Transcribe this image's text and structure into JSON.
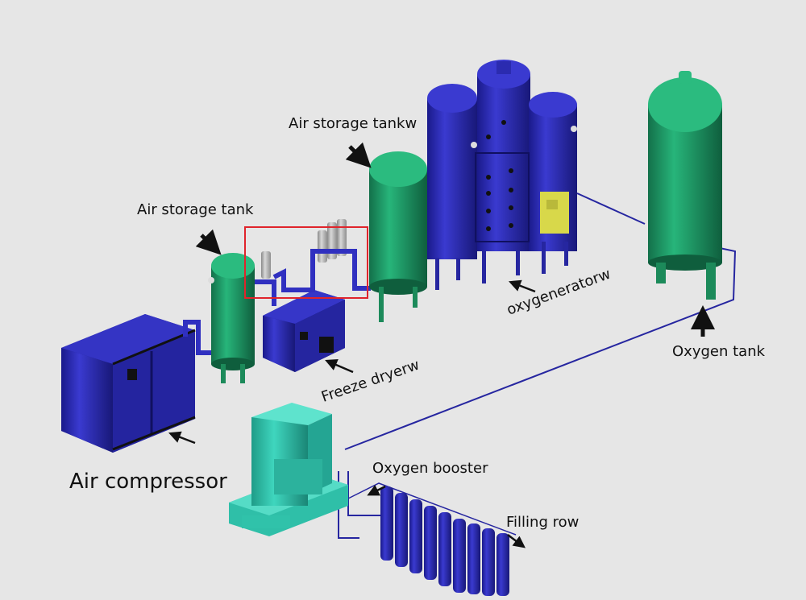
{
  "labels": {
    "air_storage_tank": "Air storage tank",
    "air_storage_tankw": "Air storage tankw",
    "oxygeneratorw": "oxygeneratorw",
    "oxygen_tank": "Oxygen tank",
    "freeze_dryerw": "Freeze dryerw",
    "air_compressor": "Air compressor",
    "oxygen_booster": "Oxygen booster",
    "filling_row": "Filling row"
  },
  "colors": {
    "background": "#e6e6e6",
    "equipment_blue": "#2b2bb0",
    "tank_green": "#1f9a63",
    "booster_teal": "#2fbfa8",
    "filter_grey": "#b8b8b8",
    "highlight_box": "#e0242b",
    "pipe_line": "#2626a0",
    "control_box": "#d8d84a"
  },
  "icons": [
    "arrow-icon",
    "highlight-box"
  ]
}
